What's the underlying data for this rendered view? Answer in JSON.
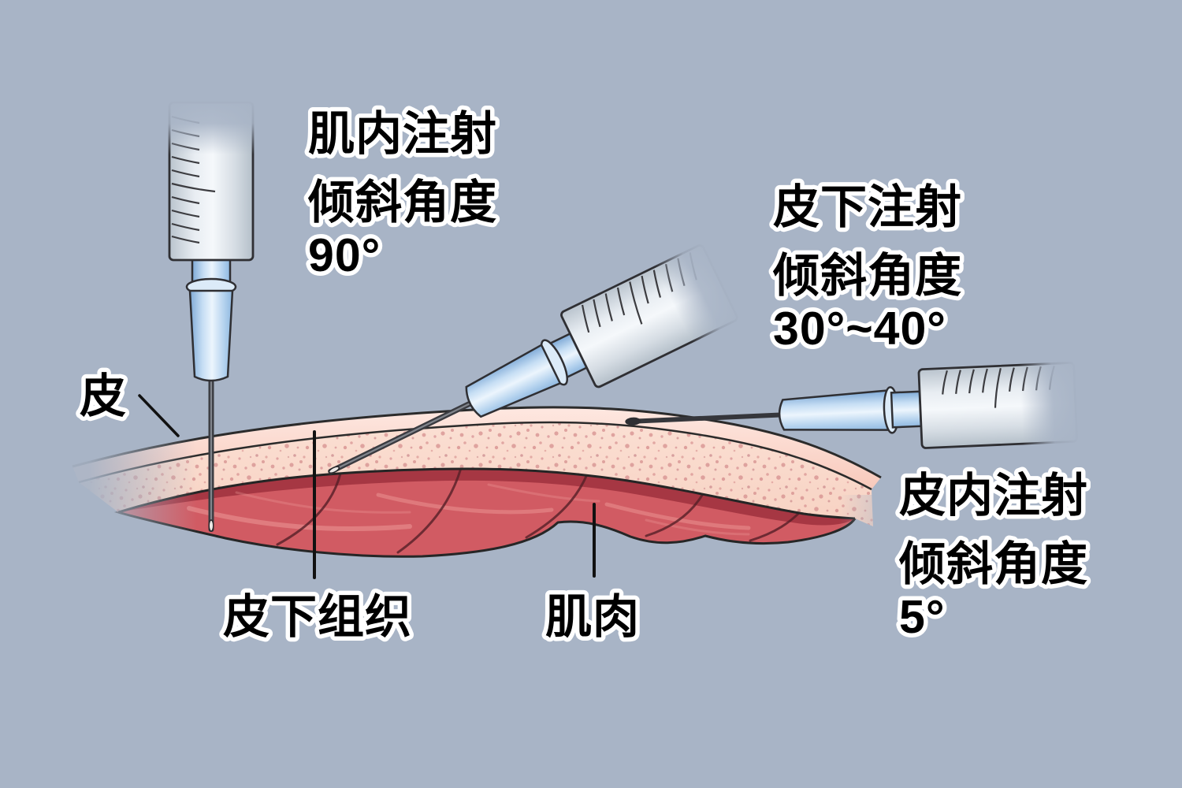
{
  "annotations": {
    "intramuscular": {
      "lines": [
        "肌内注射",
        "倾斜角度",
        "90°"
      ]
    },
    "subcutaneous": {
      "lines": [
        "皮下注射",
        "倾斜角度",
        "30°~40°"
      ]
    },
    "intradermal": {
      "lines": [
        "皮内注射",
        "倾斜角度",
        "5°"
      ]
    }
  },
  "layer_labels": {
    "skin": "皮",
    "subcutaneous_tissue": "皮下组织",
    "muscle": "肌肉"
  },
  "colors": {
    "background": "#a8b4c6",
    "skin_light": "#fee8e1",
    "skin": "#f9cec1",
    "subcutaneous": "#f9d9cb",
    "speckle": "#d48b8b",
    "muscle": "#d15b63",
    "muscle_dark": "#a23440",
    "muscle_fiber_line": "#551f27",
    "outline": "#2b2b2b",
    "syringe_barrel": "#dde3ea",
    "syringe_hub": "#b9d4ee",
    "needle": "#3a3b40",
    "label_text": "#000000",
    "label_halo": "#ffffff"
  }
}
